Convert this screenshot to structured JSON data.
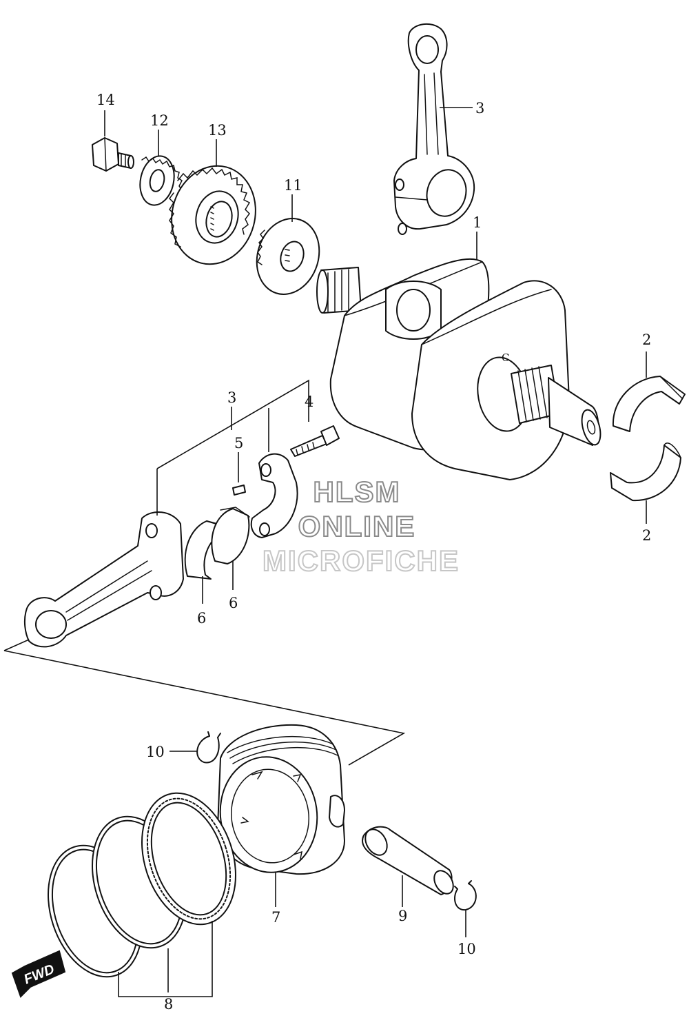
{
  "diagram": {
    "callouts": {
      "c1": "1",
      "c2a": "2",
      "c2b": "2",
      "c3a": "3",
      "c3b": "3",
      "c4": "4",
      "c5": "5",
      "c6a": "6",
      "c6b": "6",
      "c7": "7",
      "c8": "8",
      "c9": "9",
      "c10a": "10",
      "c10b": "10",
      "c11": "11",
      "c12": "12",
      "c13": "13",
      "c14": "14"
    },
    "watermark": {
      "line1": "HLSM",
      "line2": "ONLINE",
      "line3": "MICROFICHE"
    },
    "fwd_label": "FWD",
    "colors": {
      "line": "#111111",
      "watermark_dark": "#8a8a8a",
      "watermark_light": "#c6c6c6"
    }
  }
}
